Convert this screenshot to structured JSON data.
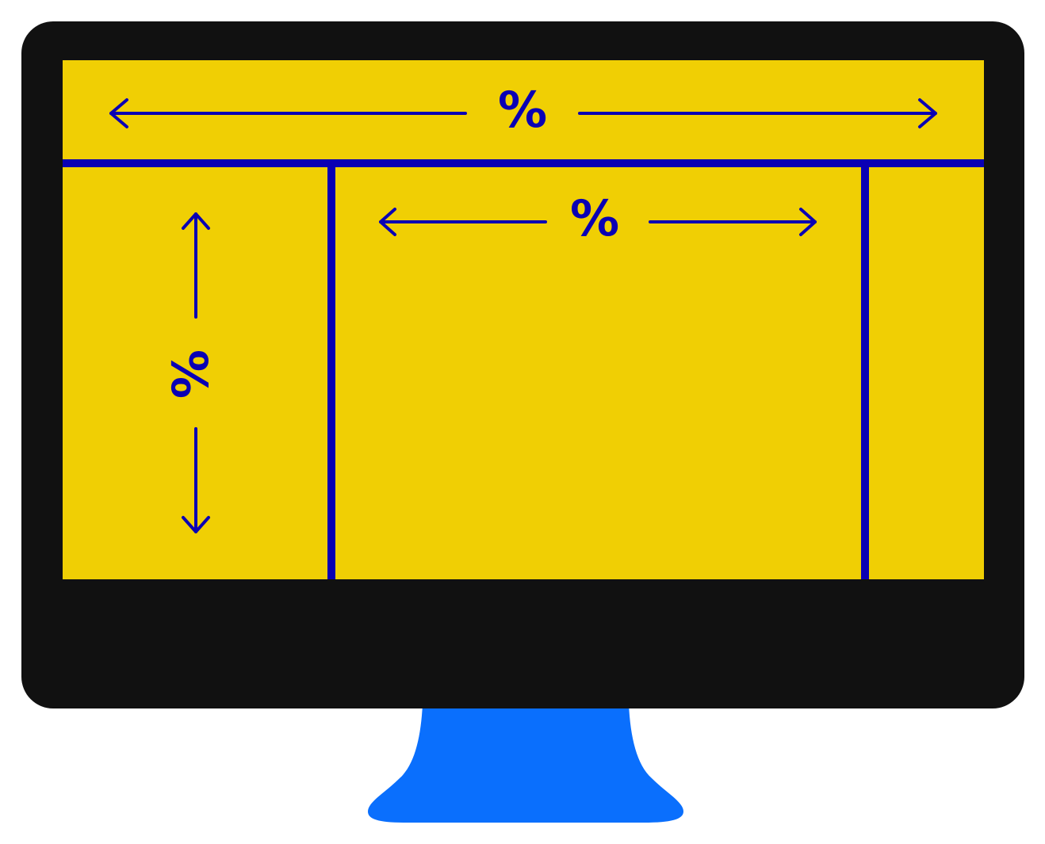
{
  "colors": {
    "monitor_body": "#111111",
    "screen": "#f0cf04",
    "lines": "#0a00b4",
    "stand": "#0a6ffd",
    "background": "#ffffff"
  },
  "labels": {
    "header_width": "%",
    "content_width": "%",
    "sidebar_height": "%"
  },
  "icons": {
    "header_arrow": "double-headed-horizontal-arrow",
    "content_arrow": "double-headed-horizontal-arrow",
    "sidebar_arrow": "double-headed-vertical-arrow"
  }
}
